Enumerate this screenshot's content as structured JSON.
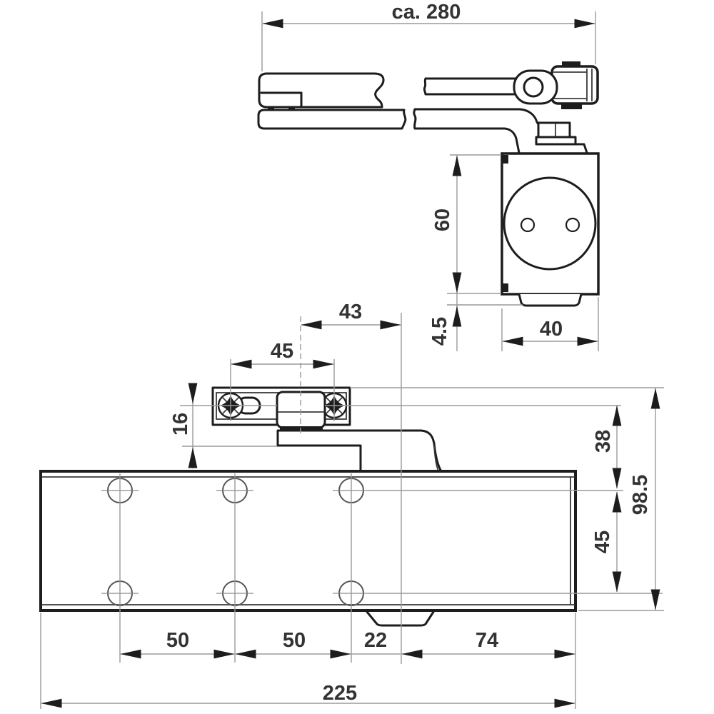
{
  "drawing": {
    "title": "overhead-door-closer-dimensional-drawing",
    "units": "mm",
    "colors": {
      "line": "#1d1d1d",
      "dimension": "#9a9a9a",
      "text": "#333333",
      "background": "#ffffff"
    },
    "plan_view": {
      "overall_length": "ca. 280"
    },
    "side_view": {
      "body_height": "60",
      "foot_height": "4.5",
      "body_depth": "40"
    },
    "front_view": {
      "arm_axis_offset": "43",
      "plate_screw_spacing": "45",
      "plate_drop": "16",
      "plate_to_top_holes": "38",
      "overall_height": "98.5",
      "hole_row_spacing": "45",
      "hole_spacing_left": "50",
      "hole_spacing_mid": "50",
      "hole_to_spindle": "22",
      "spindle_to_end": "74",
      "body_length": "225"
    }
  }
}
